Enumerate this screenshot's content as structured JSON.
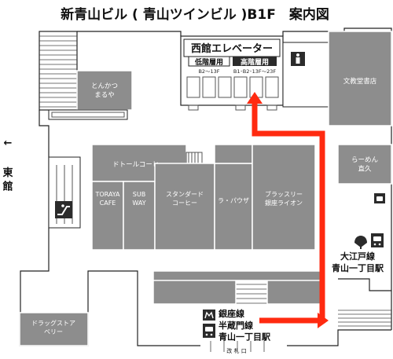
{
  "title": "新青山ビル ( 青山ツインビル )B1F　案内図",
  "elevator": {
    "title": "西館エレベーター",
    "low_label": "低階層用",
    "high_label": "高階層用",
    "low_floors": "B2～13F",
    "high_floors": "B1･B2･13F～23F"
  },
  "shops": {
    "tonkatsu": "とんかつ\nまるや",
    "bunkyodo": "文教堂書店",
    "doutor": "ドトールコーヒー",
    "toraya": "TORAYA\nCAFE",
    "subway": "SUB\nWAY",
    "standard": "スタンダード\nコーヒー",
    "la_pausa": "ラ・パウザ",
    "brasserie": "ブラッスリー\n銀座ライオン",
    "ramen": "らーめん\n直久",
    "drugstore": "ドラッグストア\nベリー"
  },
  "east_label": "東\n館",
  "east_arrow": "←",
  "stations": {
    "oedo": "大江戸線\n青山一丁目駅",
    "metro": "銀座線\n半蔵門線\n青山一丁目駅",
    "gate": "改 札 口"
  },
  "icons": {
    "toilet": "toilet-icon",
    "phone": "phone-icon",
    "escalator": "escalator-icon",
    "metro": "tokyo-metro-icon",
    "toei": "toei-icon",
    "train": "train-icon"
  },
  "colors": {
    "route": "#ff2a10",
    "shop": "#8d8d8d",
    "dark": "#2b2b2b"
  }
}
